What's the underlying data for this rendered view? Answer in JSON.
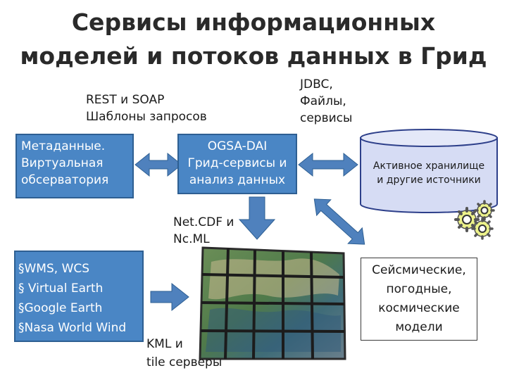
{
  "title": {
    "line1": "Сервисы информационных",
    "line2": "моделей и потоков данных в Грид"
  },
  "notes": {
    "rest_line1": "REST и SOAP",
    "rest_line2": "Шаблоны запросов",
    "jdbc_line1": "JDBC,",
    "jdbc_line2": "Файлы,",
    "jdbc_line3": "сервисы",
    "netcdf_line1": "Net.CDF и",
    "netcdf_line2": "Nc.ML",
    "kml_line1": "KML и",
    "kml_line2": "tile серверы"
  },
  "boxes": {
    "metadata_line1": "Метаданные.",
    "metadata_line2": "Виртуальная",
    "metadata_line3": "обсерватория",
    "ogsa_line1": "OGSA-DAI",
    "ogsa_line2": "Грид-сервисы и",
    "ogsa_line3": "анализ данных",
    "storage_line1": "Активное хранилище",
    "storage_line2": "и другие источники",
    "wms_items": [
      "§WMS, WCS",
      "§ Virtual Earth",
      "§Google Earth",
      "§Nasa World Wind"
    ],
    "models_line1": "Сейсмические,",
    "models_line2": "погодные,",
    "models_line3": "космические",
    "models_line4": "модели"
  },
  "colors": {
    "box_fill": "#4a86c5",
    "box_border": "#2e5f92",
    "cylinder_fill": "#d6dcf4",
    "arrow_fill": "#4f81bd",
    "gear_fill": "#ecf28a"
  },
  "icons": [
    "double-arrow-icon",
    "down-arrow-icon",
    "right-arrow-icon",
    "gears-icon",
    "cylinder-storage-icon",
    "video-wall-earth-image"
  ]
}
